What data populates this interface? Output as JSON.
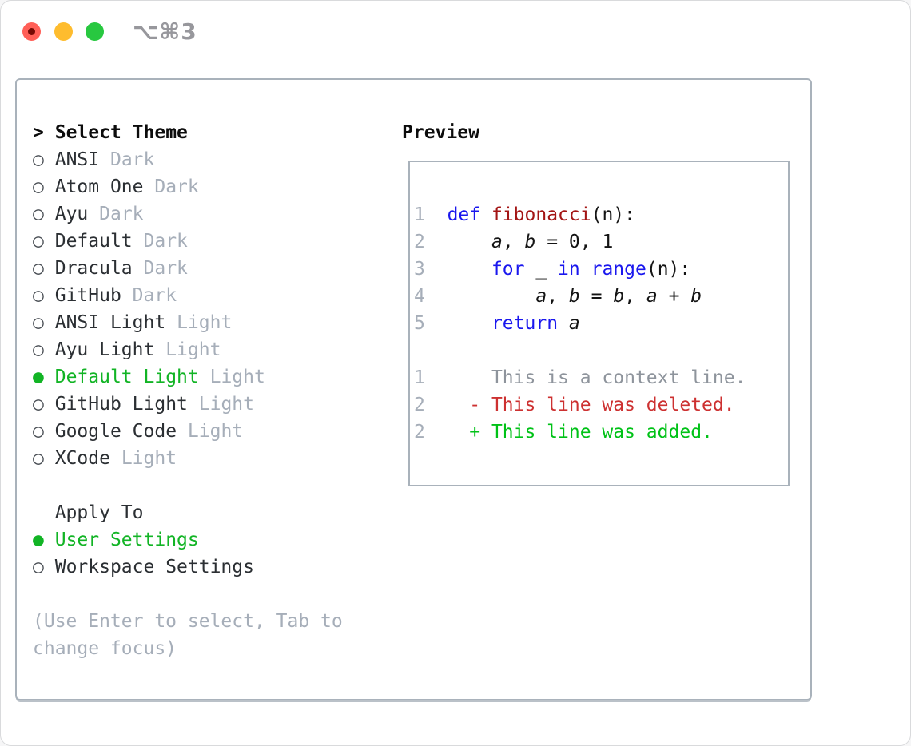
{
  "titlebar": {
    "shortcut": "⌥⌘3",
    "traffic_lights": [
      "close",
      "minimize",
      "zoom"
    ]
  },
  "theme_panel": {
    "prompt_caret": ">",
    "title": "Select Theme",
    "marker_unselected": "○",
    "marker_selected": "●",
    "themes": [
      {
        "name": "ANSI",
        "variant": "Dark",
        "selected": false
      },
      {
        "name": "Atom One",
        "variant": "Dark",
        "selected": false
      },
      {
        "name": "Ayu",
        "variant": "Dark",
        "selected": false
      },
      {
        "name": "Default",
        "variant": "Dark",
        "selected": false
      },
      {
        "name": "Dracula",
        "variant": "Dark",
        "selected": false
      },
      {
        "name": "GitHub",
        "variant": "Dark",
        "selected": false
      },
      {
        "name": "ANSI Light",
        "variant": "Light",
        "selected": false
      },
      {
        "name": "Ayu Light",
        "variant": "Light",
        "selected": false
      },
      {
        "name": "Default Light",
        "variant": "Light",
        "selected": true
      },
      {
        "name": "GitHub Light",
        "variant": "Light",
        "selected": false
      },
      {
        "name": "Google Code",
        "variant": "Light",
        "selected": false
      },
      {
        "name": "XCode",
        "variant": "Light",
        "selected": false
      }
    ],
    "apply_to": {
      "title": "Apply To",
      "options": [
        {
          "label": "User Settings",
          "selected": true
        },
        {
          "label": "Workspace Settings",
          "selected": false
        }
      ]
    },
    "help_lines": [
      "(Use Enter to select, Tab to",
      "change focus)"
    ]
  },
  "preview_panel": {
    "title": "Preview",
    "code_lines": [
      {
        "num": "1",
        "segments": [
          [
            "  ",
            "plain"
          ],
          [
            "def",
            "keyword"
          ],
          [
            " ",
            "plain"
          ],
          [
            "fibonacci",
            "function"
          ],
          [
            "(n):",
            "plain"
          ]
        ]
      },
      {
        "num": "2",
        "segments": [
          [
            "      ",
            "plain"
          ],
          [
            "a",
            "variable"
          ],
          [
            ", ",
            "plain"
          ],
          [
            "b",
            "variable"
          ],
          [
            " = 0, 1",
            "plain"
          ]
        ]
      },
      {
        "num": "3",
        "segments": [
          [
            "      ",
            "plain"
          ],
          [
            "for",
            "keyword"
          ],
          [
            " _ ",
            "plain"
          ],
          [
            "in",
            "keyword"
          ],
          [
            " ",
            "plain"
          ],
          [
            "range",
            "keyword"
          ],
          [
            "(n):",
            "plain"
          ]
        ]
      },
      {
        "num": "4",
        "segments": [
          [
            "          ",
            "plain"
          ],
          [
            "a",
            "variable"
          ],
          [
            ", ",
            "plain"
          ],
          [
            "b",
            "variable"
          ],
          [
            " = ",
            "plain"
          ],
          [
            "b",
            "variable"
          ],
          [
            ", ",
            "plain"
          ],
          [
            "a",
            "variable"
          ],
          [
            " + ",
            "plain"
          ],
          [
            "b",
            "variable"
          ]
        ]
      },
      {
        "num": "5",
        "segments": [
          [
            "      ",
            "plain"
          ],
          [
            "return",
            "keyword"
          ],
          [
            " ",
            "plain"
          ],
          [
            "a",
            "variable"
          ]
        ]
      },
      {
        "num": "",
        "segments": []
      },
      {
        "num": "1",
        "segments": [
          [
            "      This is a context line.",
            "context"
          ]
        ]
      },
      {
        "num": "2",
        "segments": [
          [
            "    - This line was deleted.",
            "deleted"
          ]
        ]
      },
      {
        "num": "2",
        "segments": [
          [
            "    + This line was added.",
            "added"
          ]
        ]
      }
    ]
  },
  "colors": {
    "selection_green": "#12b425",
    "keyword_blue": "#1a17ee",
    "function_red": "#a31515",
    "deleted_red": "#cd3131",
    "added_green": "#00c217",
    "muted_gray": "#a6aeb9",
    "text_dark": "#2b2f33",
    "border_gray": "#a9b2bb",
    "traffic_red": "#ff5f57",
    "traffic_yellow": "#febc2e",
    "traffic_green": "#28c840"
  }
}
